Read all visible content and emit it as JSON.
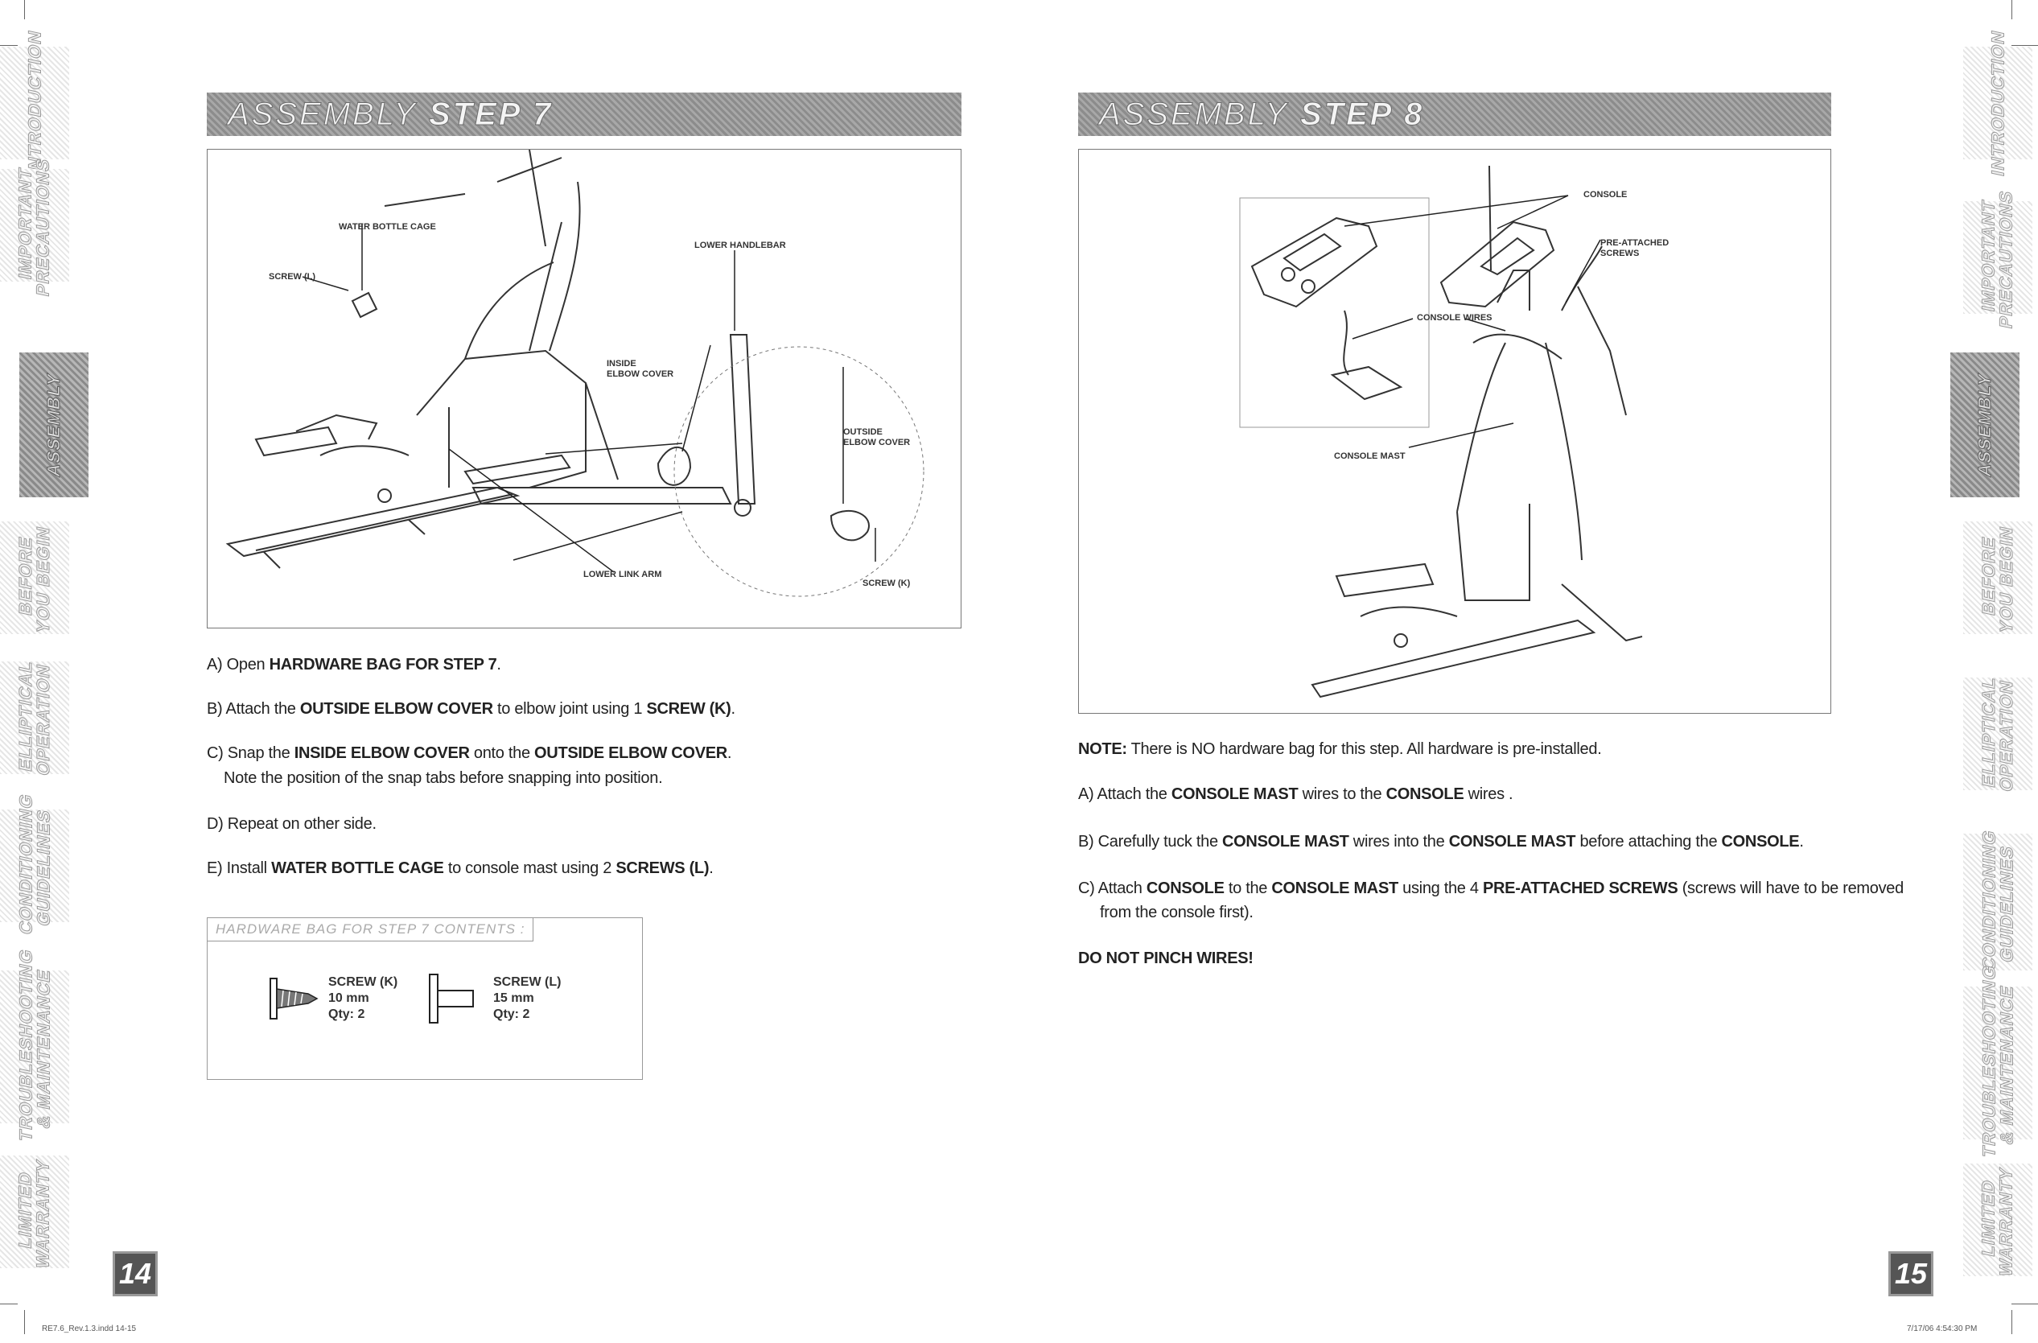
{
  "tabs": [
    {
      "id": "introduction",
      "label": "INTRODUCTION"
    },
    {
      "id": "precautions",
      "label": "IMPORTANT\nPRECAUTIONS"
    },
    {
      "id": "assembly",
      "label": "ASSEMBLY"
    },
    {
      "id": "before",
      "label": "BEFORE\nYOU BEGIN"
    },
    {
      "id": "elliptical",
      "label": "ELLIPTICAL\nOPERATION"
    },
    {
      "id": "conditioning",
      "label": "CONDITIONING\nGUIDELINES"
    },
    {
      "id": "troubleshooting",
      "label": "TROUBLESHOOTING\n& MAINTENANCE"
    },
    {
      "id": "warranty",
      "label": "LIMITED\nWARRANTY"
    }
  ],
  "step7": {
    "title_a": "ASSEMBLY",
    "title_b": "STEP 7",
    "labels": {
      "water_bottle_cage": "WATER BOTTLE CAGE",
      "screw_l": "SCREW (L)",
      "lower_handlebar": "LOWER HANDLEBAR",
      "inside_elbow_cover": "INSIDE\nELBOW COVER",
      "outside_elbow_cover": "OUTSIDE\nELBOW COVER",
      "lower_link_arm": "LOWER LINK ARM",
      "screw_k": "SCREW (K)"
    },
    "instructions": {
      "a_prefix": "A) Open ",
      "a_bold": "HARDWARE BAG FOR STEP 7",
      "a_suffix": ".",
      "b_prefix": "B) Attach the ",
      "b_bold1": "OUTSIDE ELBOW COVER",
      "b_mid": " to elbow joint using 1 ",
      "b_bold2": "SCREW (K)",
      "b_suffix": ".",
      "c_prefix": "C) Snap the ",
      "c_bold1": "INSIDE ELBOW COVER",
      "c_mid": " onto the ",
      "c_bold2": "OUTSIDE ELBOW COVER",
      "c_suffix": ".",
      "c_note": "Note the position of the snap tabs before snapping into position.",
      "d": "D) Repeat on other side.",
      "e_prefix": "E) Install ",
      "e_bold1": "WATER BOTTLE CAGE",
      "e_mid": " to console mast using 2 ",
      "e_bold2": "SCREWS (L)",
      "e_suffix": "."
    },
    "hardware": {
      "title": "HARDWARE BAG FOR STEP 7 CONTENTS :",
      "screw_k_name": "SCREW (K)",
      "screw_k_size": "10 mm",
      "screw_k_qty": "Qty: 2",
      "screw_l_name": "SCREW (L)",
      "screw_l_size": "15 mm",
      "screw_l_qty": "Qty: 2"
    }
  },
  "step8": {
    "title_a": "ASSEMBLY",
    "title_b": "STEP 8",
    "labels": {
      "console": "CONSOLE",
      "pre_attached_screws": "PRE-ATTACHED\nSCREWS",
      "console_wires": "CONSOLE WIRES",
      "console_mast": "CONSOLE MAST"
    },
    "instructions": {
      "note_bold": "NOTE:",
      "note_text": " There is NO hardware bag for this step. All hardware is pre-installed.",
      "a_prefix": "A) Attach the ",
      "a_bold1": "CONSOLE MAST",
      "a_mid": " wires to the ",
      "a_bold2": "CONSOLE",
      "a_suffix": " wires .",
      "b_prefix": "B) Carefully tuck the ",
      "b_bold1": "CONSOLE MAST",
      "b_mid": " wires into the ",
      "b_bold2": "CONSOLE MAST",
      "b_mid2": " before attaching the ",
      "b_bold3": "CONSOLE",
      "b_suffix": ".",
      "c_prefix": "C) Attach ",
      "c_bold1": "CONSOLE",
      "c_mid": " to the ",
      "c_bold2": "CONSOLE MAST",
      "c_mid2": " using the 4 ",
      "c_bold3": "PRE-ATTACHED SCREWS",
      "c_suffix": " (screws will have to be removed",
      "c_cont": "from the console first).",
      "warning": "DO NOT PINCH WIRES!"
    }
  },
  "page_left": "14",
  "page_right": "15",
  "footer_left": "RE7.6_Rev.1.3.indd   14-15",
  "footer_right": "7/17/06   4:54:30 PM"
}
